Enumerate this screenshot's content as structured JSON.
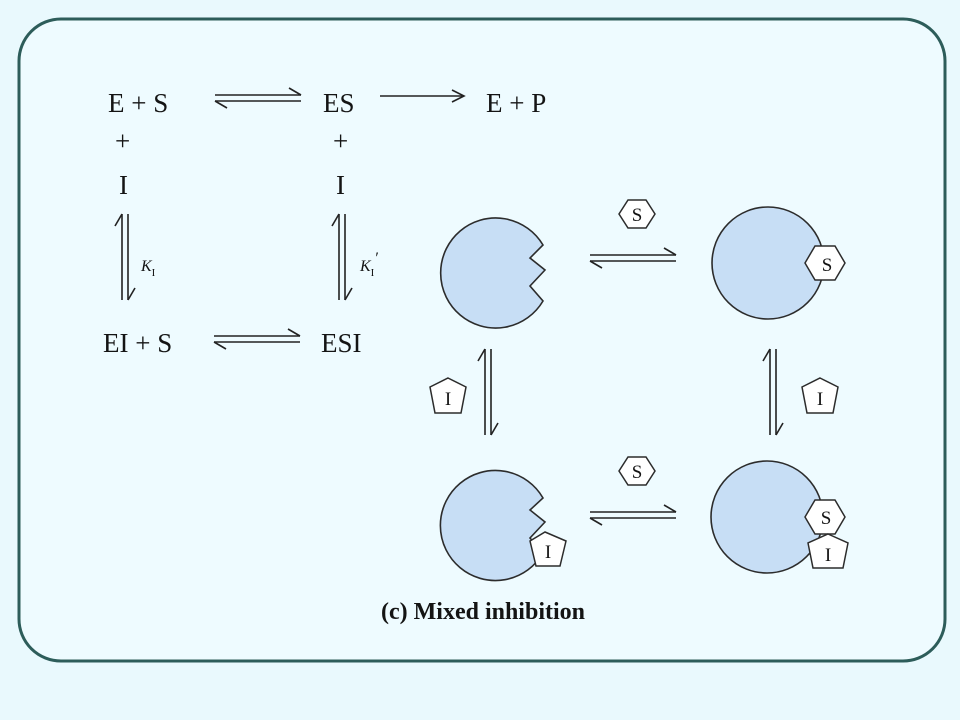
{
  "scheme": {
    "e_plus_s": "E + S",
    "es": "ES",
    "e_plus_p": "E + P",
    "plus": "+",
    "inhibitor": "I",
    "ki_symbol": "K",
    "ki_subscript": "I",
    "ki_prime_symbol": "K",
    "ki_prime_subscript": "I",
    "ki_prime_mark": "′",
    "ei_plus_s": "EI + S",
    "esi": "ESI"
  },
  "cartoon": {
    "substrate_label": "S",
    "inhibitor_label": "I"
  },
  "caption": "(c) Mixed inhibition",
  "colors": {
    "page_background": "#e9f9fd",
    "frame_border": "#2d5d5a",
    "enzyme_fill": "#c7def5"
  }
}
